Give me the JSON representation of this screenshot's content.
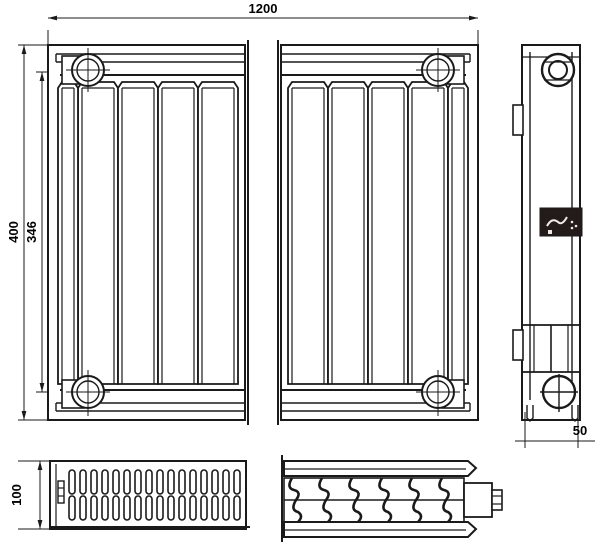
{
  "drawing": {
    "title": "Panel radiator technical drawing",
    "units": "mm",
    "line_color": "#1a1a1a",
    "fill_color": "#ffffff",
    "label_color": "#151515"
  },
  "dimensions": {
    "width": {
      "value": "1200",
      "name": "overall-width",
      "orientation": "horizontal",
      "position": "top"
    },
    "height": {
      "value": "400",
      "name": "overall-height",
      "orientation": "vertical",
      "position": "left-outer"
    },
    "port_spacing": {
      "value": "346",
      "name": "port-center-spacing",
      "orientation": "vertical",
      "position": "left-inner"
    },
    "depth": {
      "value": "50",
      "name": "overall-depth",
      "orientation": "horizontal",
      "position": "side-bottom"
    },
    "bottom_height": {
      "value": "100",
      "name": "bottom-view-height",
      "orientation": "vertical",
      "position": "bottom-left"
    }
  },
  "views": {
    "front": {
      "name": "front-elevation",
      "fin_count_left": 5,
      "fin_count_right": 5,
      "break_line": true,
      "ports": [
        "top-left",
        "top-right",
        "bottom-left",
        "bottom-right"
      ]
    },
    "side": {
      "name": "side-elevation",
      "ports": [
        "top",
        "bottom"
      ],
      "brackets": [
        "upper",
        "lower"
      ],
      "label_badge": true
    },
    "bottom_left": {
      "name": "top-grille-view",
      "grille_columns": 16,
      "grille_rows": 2
    },
    "bottom_right": {
      "name": "horizontal-section-view",
      "convector_waves": 5
    }
  }
}
